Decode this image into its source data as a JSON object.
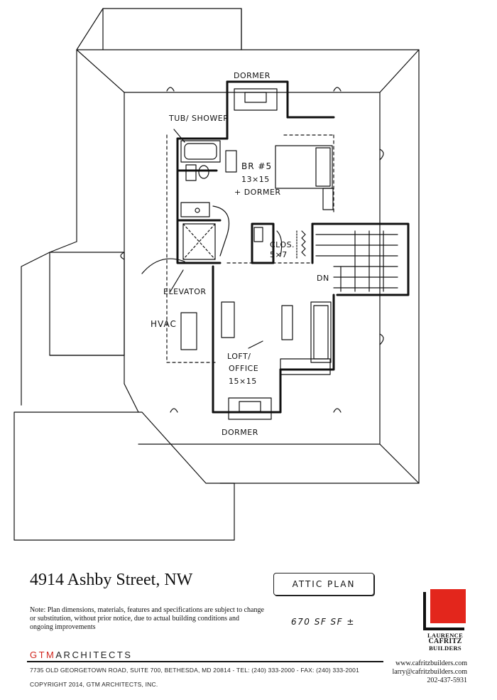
{
  "plan_labels": {
    "dormer_top": "DORMER",
    "tub_shower": "TUB/ SHOWER",
    "bedroom": "BR #5",
    "bedroom_size": "13×15",
    "bedroom_note": "+ DORMER",
    "closet": "CLOS.",
    "closet_size": "5×7",
    "elevator": "ELEVATOR",
    "hvac": "HVAC",
    "down": "DN",
    "loft": "LOFT/",
    "office": "OFFICE",
    "loft_size": "15×15",
    "dormer_bottom": "DORMER"
  },
  "title_block": {
    "address": "4914 Ashby Street, NW",
    "note": "Note: Plan dimensions, materials, features and specifications are subject to change or substitution, without prior notice, due to actual building conditions and ongoing improvements",
    "plan_title": "ATTIC PLAN",
    "square_footage": "670 SF SF ±",
    "architect_prefix": "GTM",
    "architect_suffix": "ARCHITECTS",
    "architect_address": "7735 OLD GEORGETOWN ROAD, SUITE 700, BETHESDA, MD 20814 - TEL: (240) 333-2000 - FAX: (240) 333-2001",
    "copyright": "COPYRIGHT 2014, GTM ARCHITECTS, INC."
  },
  "builder": {
    "line1": "LAURENCE",
    "line2": "CAFRITZ",
    "line3": "BUILDERS",
    "website": "www.cafritzbuilders.com",
    "email": "larry@cafritzbuilders.com",
    "phone": "202-437-5931"
  },
  "colors": {
    "logo_red": "#e3261c",
    "gtm_red": "#d0241c",
    "ink": "#111111"
  }
}
